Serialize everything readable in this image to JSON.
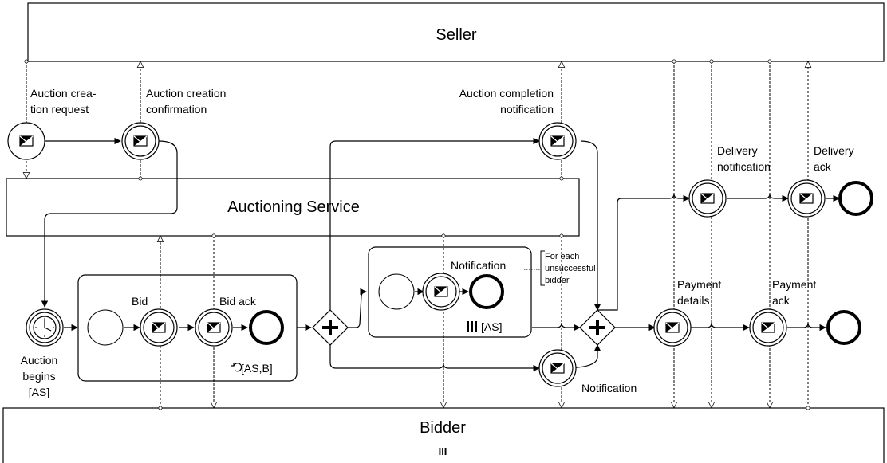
{
  "pools": {
    "seller": "Seller",
    "auctioning_service": "Auctioning Service",
    "bidder": "Bidder",
    "bidder_marker": "III"
  },
  "messages": {
    "auction_creation_request_1": "Auction crea-",
    "auction_creation_request_2": "tion request",
    "auction_creation_confirmation_1": "Auction creation",
    "auction_creation_confirmation_2": "confirmation",
    "auction_completion_notification_1": "Auction completion",
    "auction_completion_notification_2": "notification",
    "delivery_notification_1": "Delivery",
    "delivery_notification_2": "notification",
    "delivery_ack_1": "Delivery",
    "delivery_ack_2": "ack",
    "payment_details_1": "Payment",
    "payment_details_2": "details",
    "payment_ack_1": "Payment",
    "payment_ack_2": "ack",
    "notification_bottom": "Notification"
  },
  "events": {
    "auction_begins_1": "Auction",
    "auction_begins_2": "begins",
    "auction_begins_3": "[AS]"
  },
  "subprocess_bid": {
    "bid": "Bid",
    "bid_ack": "Bid ack",
    "loop_marker": "[AS,B]"
  },
  "subprocess_notification": {
    "title": "Notification",
    "mi_marker": "III",
    "mi_participant": "[AS]"
  },
  "annotation": {
    "line1": "For each",
    "line2": "unsuccessful",
    "line3": "bidder"
  }
}
